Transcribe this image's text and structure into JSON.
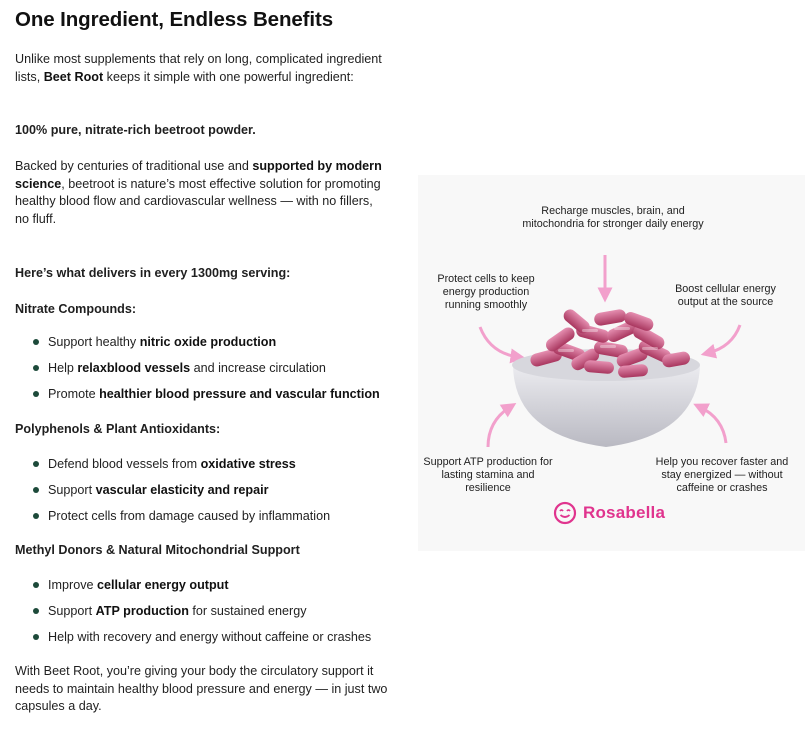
{
  "article": {
    "title": "One Ingredient, Endless Benefits",
    "intro": {
      "part1": "Unlike most supplements that rely on long, complicated ingredient lists, ",
      "strong": "Beet Root",
      "part2": " keeps it simple with one powerful  ingredient:"
    },
    "pure": "100% pure, nitrate-rich beetroot powder.",
    "backed": {
      "part1": "Backed by centuries of traditional use and ",
      "strong": "supported by modern science",
      "part2": ", beetroot is nature’s most effective solution for promoting healthy blood flow and cardiovascular wellness — with no fillers, no fluff."
    },
    "serving_heading": "Here’s what delivers in every 1300mg serving:",
    "sections": [
      {
        "heading": "Nitrate Compounds:",
        "items": [
          {
            "pre": "Support healthy ",
            "strong": "nitric oxide production",
            "post": ""
          },
          {
            "pre": "Help ",
            "strong": "relaxblood vessels",
            "post": " and increase circulation"
          },
          {
            "pre": "Promote ",
            "strong": "healthier blood pressure and vascular function",
            "post": ""
          }
        ]
      },
      {
        "heading": "Polyphenols & Plant Antioxidants:",
        "items": [
          {
            "pre": "Defend blood vessels from ",
            "strong": "oxidative stress",
            "post": ""
          },
          {
            "pre": "Support ",
            "strong": "vascular elasticity and repair",
            "post": ""
          },
          {
            "pre": "Protect cells from damage caused by inflammation",
            "strong": "",
            "post": ""
          }
        ]
      },
      {
        "heading": "Methyl Donors & Natural Mitochondrial Support",
        "items": [
          {
            "pre": "Improve ",
            "strong": "cellular energy output",
            "post": ""
          },
          {
            "pre": "Support ",
            "strong": "ATP production",
            "post": " for sustained energy"
          },
          {
            "pre": "Help with recovery and energy without caffeine or crashes",
            "strong": "",
            "post": ""
          }
        ]
      }
    ],
    "closing": "With Beet Root, you’re giving your body the circulatory support it needs to maintain healthy blood pressure and energy — in just two capsules a day."
  },
  "infographic": {
    "top": "Recharge muscles, brain, and mitochondria for stronger daily energy",
    "left": "Protect cells to keep energy production running smoothly",
    "right": "Boost cellular energy output at the source",
    "bottom_left": "Support ATP production for lasting stamina and resilience",
    "bottom_right": "Help you recover faster and stay energized — without caffeine or crashes",
    "brand": "Rosabella",
    "colors": {
      "brand": "#e0348e",
      "arrow": "#f2a0cc",
      "capsule": "#b84474",
      "bullet": "#1d4a3a"
    }
  }
}
